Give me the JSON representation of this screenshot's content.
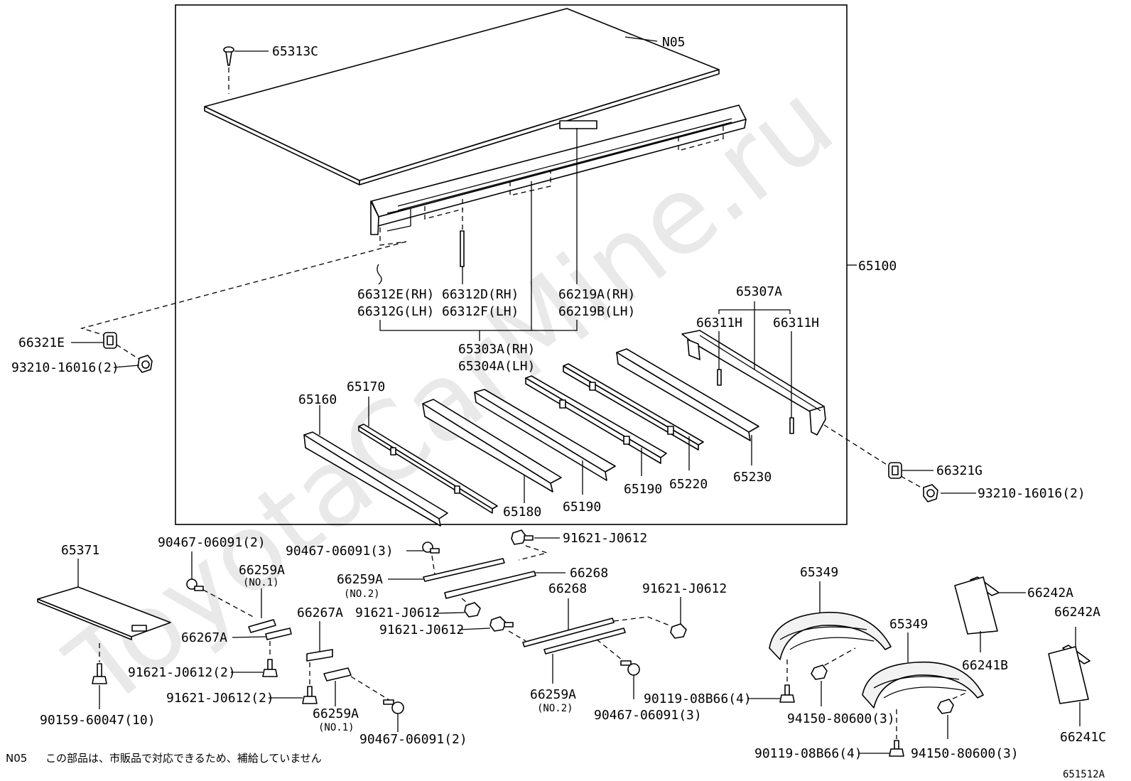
{
  "diagram_id": "651512A",
  "note": {
    "code": "N05",
    "text": "この部品は、市販品で対応できるため、補給していません"
  },
  "watermark": "ToyotaCarMine.ru",
  "labels": {
    "assembly": "65100",
    "cover_panel": "N05",
    "screw_top": "65313C",
    "rail_l1a": "66312E(RH)",
    "rail_l1b": "66312G(LH)",
    "rail_l2a": "66312D(RH)",
    "rail_l2b": "66312F(LH)",
    "rail_l3a": "66219A(RH)",
    "rail_l3b": "66219B(LH)",
    "side_rail_rh": "65303A(RH)",
    "side_rail_lh": "65304A(LH)",
    "rear_sill": "65307A",
    "pin_1": "66311H",
    "pin_2": "66311H",
    "sill_1": "65160",
    "sill_2": "65170",
    "sill_3": "65180",
    "sill_4": "65190",
    "sill_5": "65190",
    "sill_6": "65220",
    "sill_7": "65230",
    "cushion_l": "66321E",
    "bolt_l": "93210-16016(2)",
    "cushion_r": "66321G",
    "bolt_r": "93210-16016(2)",
    "plate": "65371",
    "plate_bolt": "90159-60047(10)",
    "bolt_a1": "90467-06091(2)",
    "bracket_a": "66259A",
    "bracket_a_sub": "(NO.1)",
    "bracket_b": "66267A",
    "bolt_a2": "91621-J0612(2)",
    "bracket_c": "66267A",
    "bolt_c": "91621-J0612(2)",
    "bracket_d": "66259A",
    "bracket_d_sub": "(NO.1)",
    "bolt_d": "90467-06091(2)",
    "bolt_e": "90467-06091(3)",
    "bracket_e": "66259A",
    "bracket_e_sub": "(NO.2)",
    "bolt_f": "91621-J0612",
    "bracket_f": "66268",
    "bolt_g": "91621-J0612",
    "bolt_h": "91621-J0612",
    "bracket_h": "66268",
    "bolt_i": "91621-J0612",
    "bracket_i": "66259A",
    "bracket_i_sub": "(NO.2)",
    "bolt_j": "90467-06091(3)",
    "mudguard_1": "65349",
    "mudguard_2": "65349",
    "bolt_k1": "90119-08B66(4)",
    "nut_k1": "94150-80600(3)",
    "bolt_k2": "90119-08B66(4)",
    "nut_k2": "94150-80600(3)",
    "flap_clip_1": "66242A",
    "flap_clip_2": "66242A",
    "flap_1": "66241B",
    "flap_2": "66241C"
  }
}
